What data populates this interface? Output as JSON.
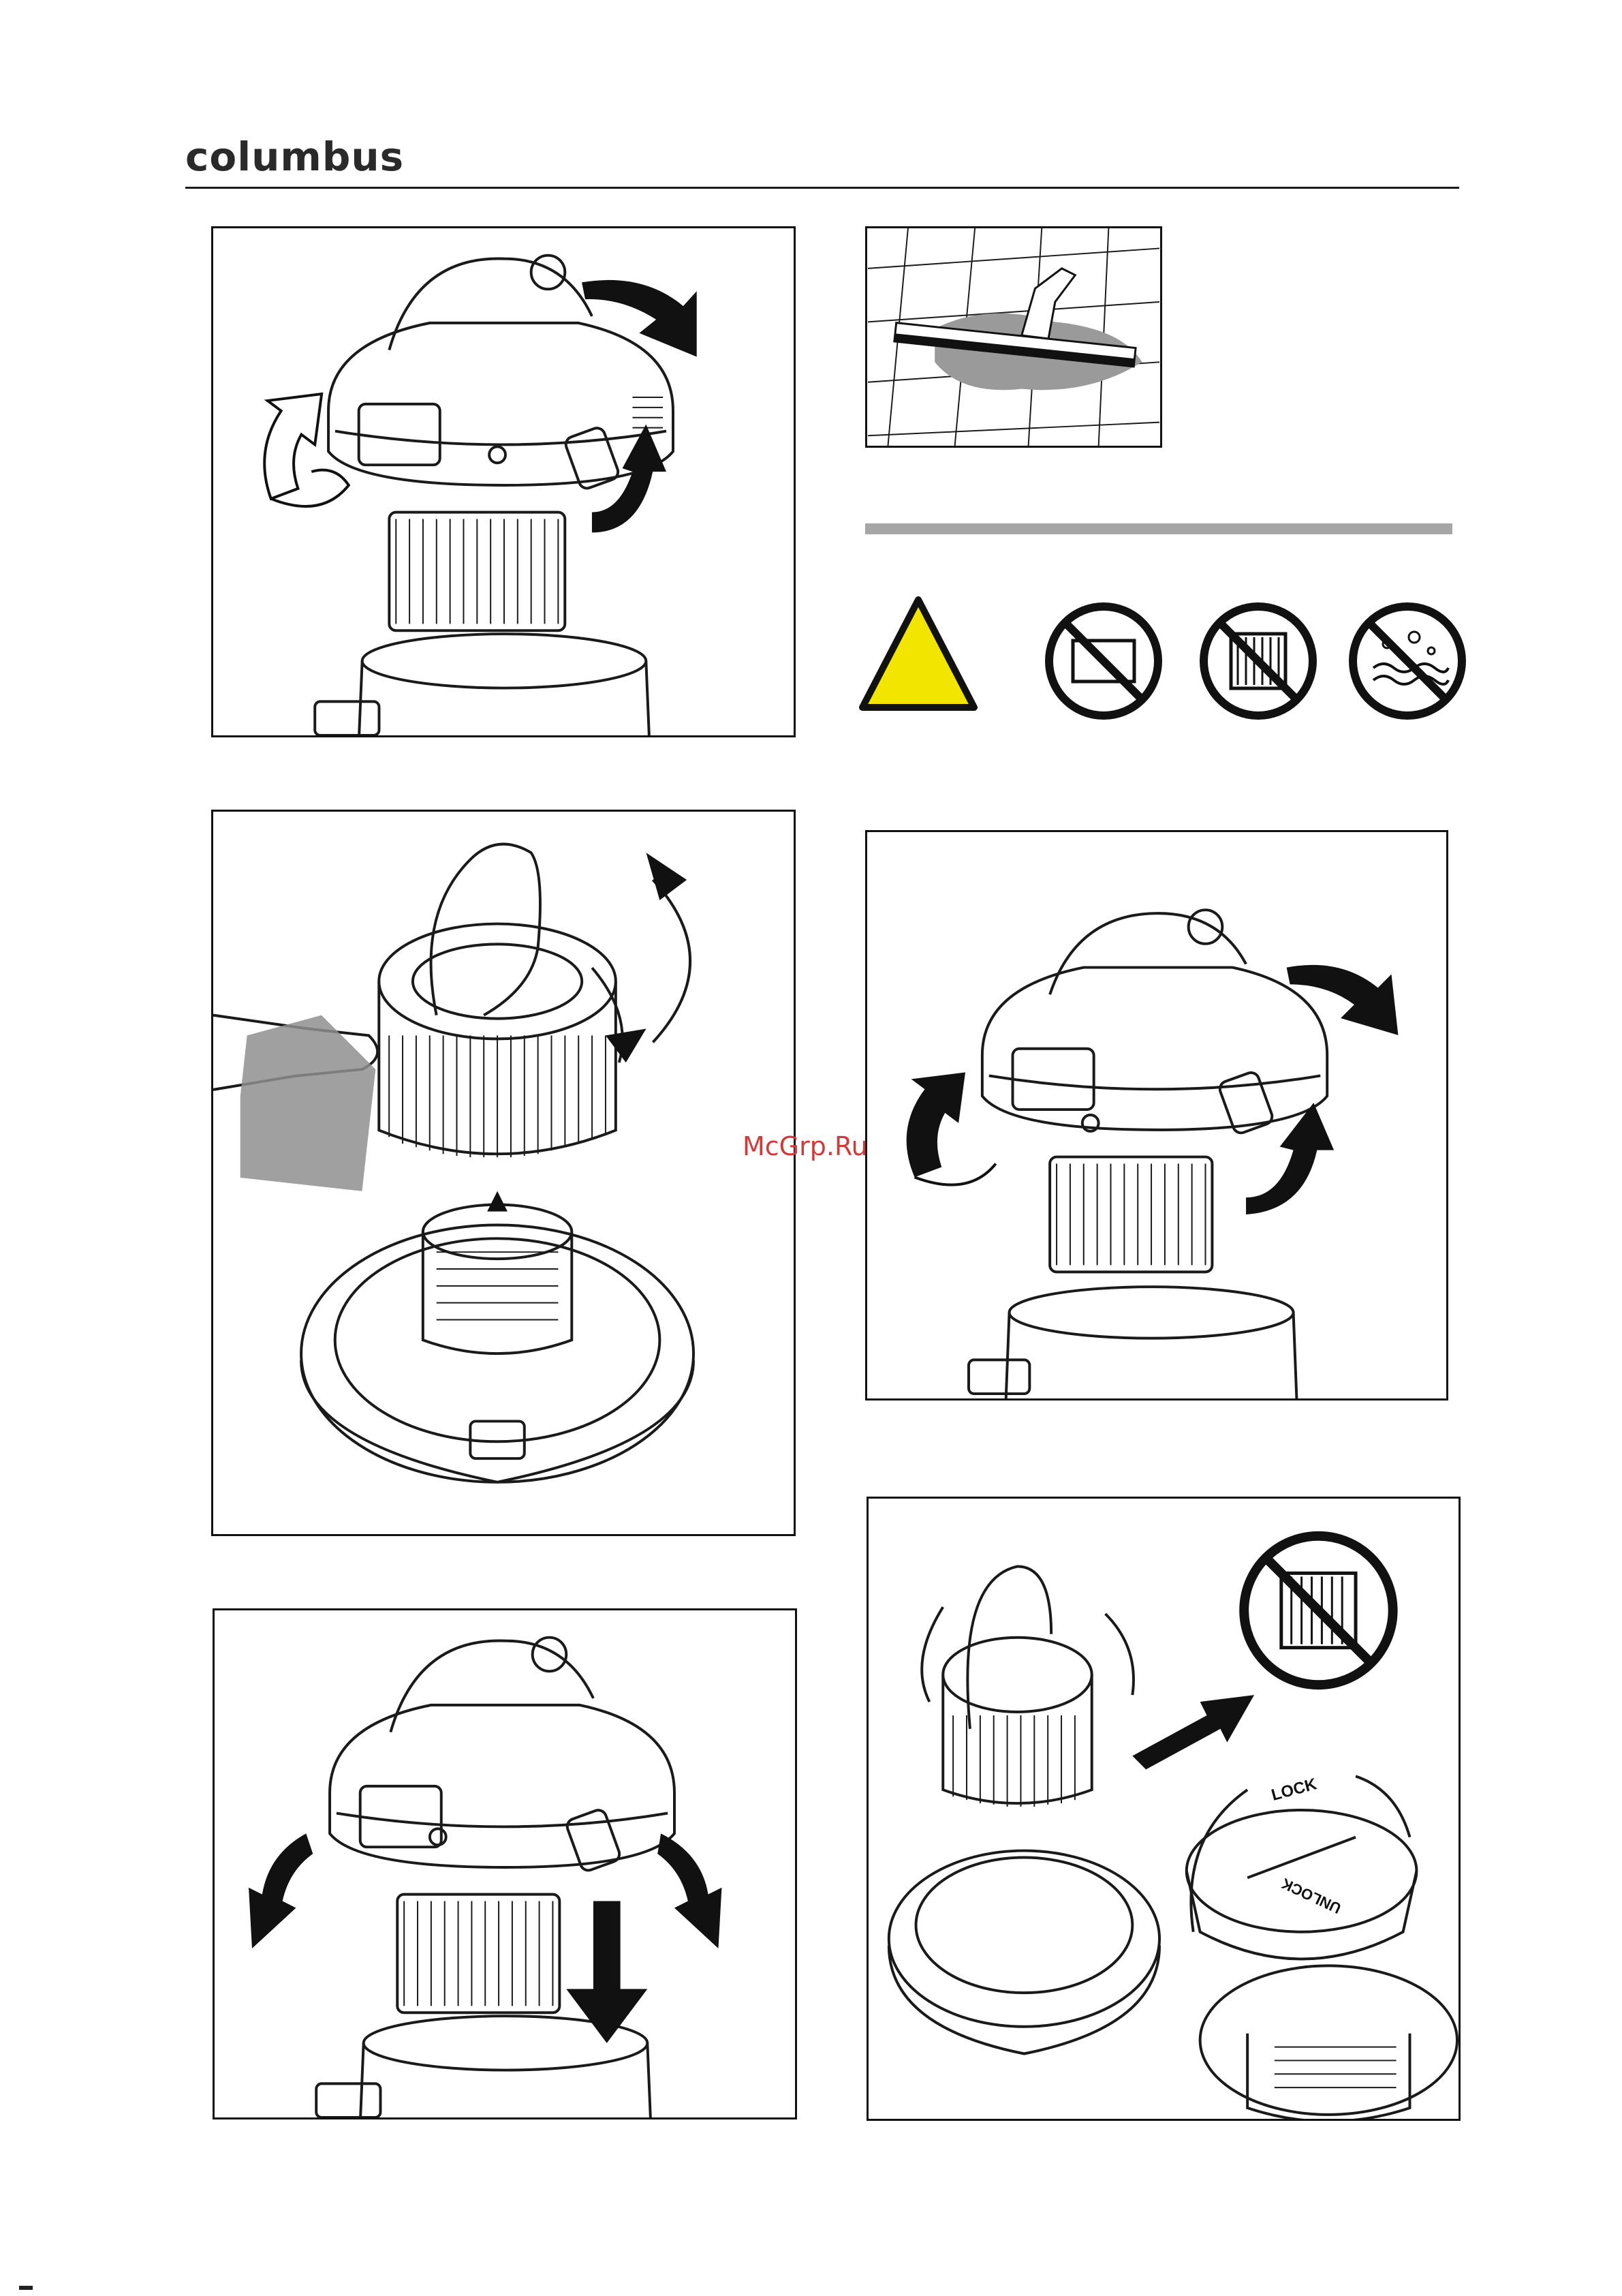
{
  "header": {
    "brand": "columbus"
  },
  "watermark": {
    "text": "McGrp.Ru"
  },
  "colors": {
    "warning_yellow": "#f2e600",
    "line": "#1a1a1a",
    "grey_bar": "#a6a6a6",
    "watermark_red": "#d23a3a"
  },
  "figures": [
    {
      "id": "remove-head",
      "icon": "vacuum-head-lift-icon"
    },
    {
      "id": "squeegee-floor",
      "icon": "squeegee-floor-tool-icon"
    },
    {
      "id": "clean-filter",
      "icon": "filter-twist-wipe-icon"
    },
    {
      "id": "remove-head-2",
      "icon": "vacuum-head-lift-icon"
    },
    {
      "id": "attach-head",
      "icon": "vacuum-head-lower-icon"
    },
    {
      "id": "filter-replace",
      "icon": "filter-lock-unlock-icon"
    }
  ],
  "warnings": [
    {
      "name": "warning-triangle-icon"
    },
    {
      "name": "no-bag-icon"
    },
    {
      "name": "no-filter-icon"
    },
    {
      "name": "no-liquid-icon"
    }
  ],
  "lock_labels": {
    "lock": "LOCK",
    "unlock": "UNLOCK"
  }
}
